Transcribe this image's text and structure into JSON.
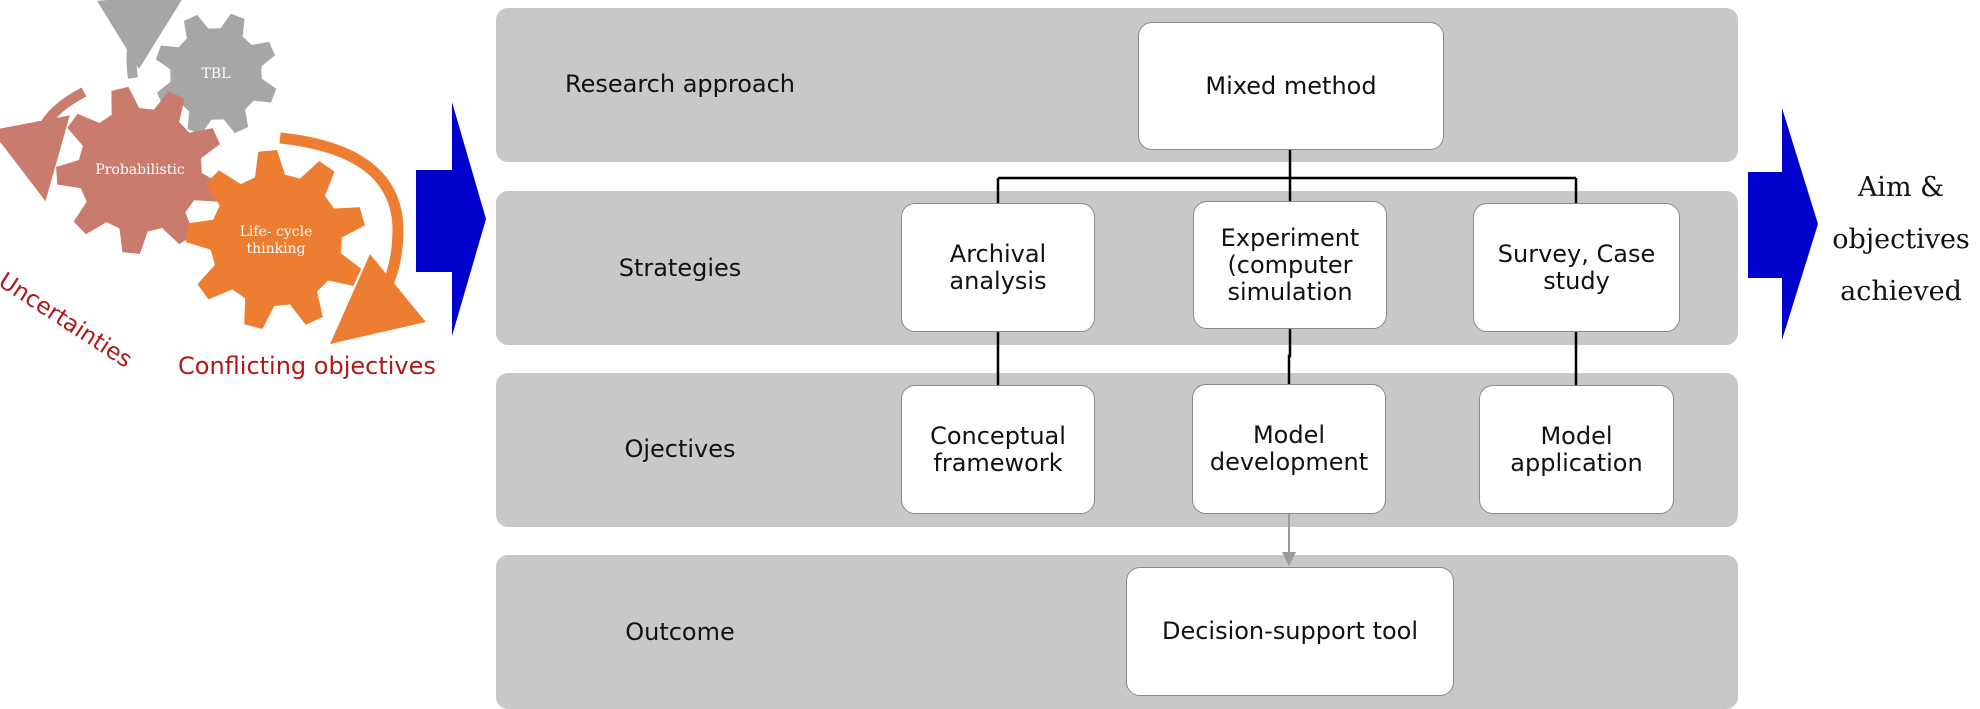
{
  "gears": {
    "tbl": "TBL",
    "probabilistic": "Probabilistic",
    "lifecycle_line1": "Life- cycle",
    "lifecycle_line2": "thinking",
    "uncertainties": "Uncertainties",
    "conflicting": "Conflicting objectives",
    "colors": {
      "tbl": "#a6a6a6",
      "probabilistic": "#c97b6e",
      "lifecycle": "#ed7d31",
      "arrow_orange": "#ed7d31",
      "arrow_rose": "#c97b6e",
      "arrow_grey": "#a6a6a6"
    }
  },
  "bands": {
    "research_approach": "Research approach",
    "strategies": "Strategies",
    "objectives": "Ojectives",
    "outcome": "Outcome"
  },
  "boxes": {
    "mixed_method": "Mixed method",
    "archival_l1": "Archival",
    "archival_l2": "analysis",
    "experiment_l1": "Experiment",
    "experiment_l2": "(computer",
    "experiment_l3": "simulation",
    "survey_l1": "Survey, Case",
    "survey_l2": "study",
    "conceptual_l1": "Conceptual",
    "conceptual_l2": "framework",
    "model_dev_l1": "Model",
    "model_dev_l2": "development",
    "model_app_l1": "Model",
    "model_app_l2": "application",
    "decision_tool": "Decision-support tool"
  },
  "result": {
    "line1": "Aim &",
    "line2": "objectives",
    "line3": "achieved"
  },
  "colors": {
    "band": "#c8c8c8",
    "big_arrow": "#0000cc",
    "accent_red": "#b01818"
  }
}
